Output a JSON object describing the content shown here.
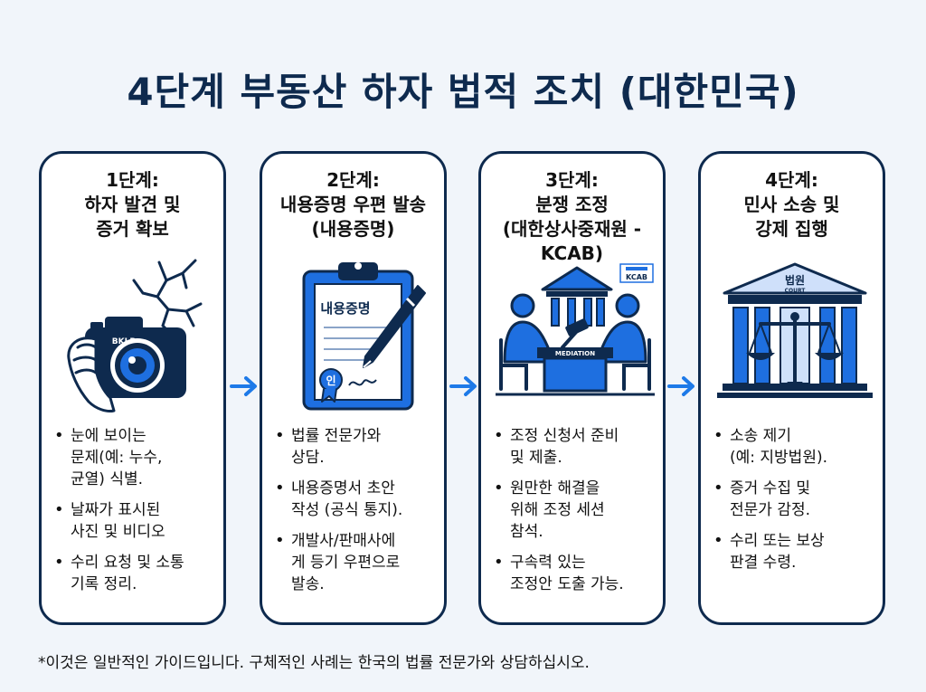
{
  "title": "4단계 부동산 하자 법적 조치 (대한민국)",
  "colors": {
    "navy": "#0e2a4e",
    "blue": "#1e6fe0",
    "light_blue": "#cfe0fa",
    "arrow": "#1e7ae8"
  },
  "steps": [
    {
      "label": "1단계:",
      "name": "하자 발견 및\n증거 확보",
      "icon": "camera-crack-icon",
      "camera_brand": "BKLR",
      "bullets": [
        "눈에 보이는\n문제(예: 누수,\n균열) 식별.",
        "날짜가 표시된\n사진 및 비디오",
        "수리 요청 및 소통\n기록 정리."
      ]
    },
    {
      "label": "2단계:",
      "name": "내용증명 우편 발송\n(내용증명)",
      "icon": "certified-letter-clipboard-icon",
      "doc_title": "내용증명",
      "seal_text": "인",
      "bullets": [
        "법률 전문가와\n상담.",
        "내용증명서 초안\n작성 (공식 통지).",
        "개발사/판매사에\n게 등기 우편으로\n발송."
      ]
    },
    {
      "label": "3단계:",
      "name": "분쟁 조정\n(대한상사중재원 -\nKCAB)",
      "icon": "mediation-table-icon",
      "logo_text": "KCAB",
      "table_text": "MEDIATION",
      "bullets": [
        "조정 신청서 준비\n및 제출.",
        "원만한 해결을\n위해 조정 세션\n참석.",
        "구속력 있는\n조정안 도출 가능."
      ]
    },
    {
      "label": "4단계:",
      "name": "민사 소송 및\n강제 집행",
      "icon": "courthouse-scales-icon",
      "court_text": "법원",
      "court_sub": "COURT",
      "bullets": [
        "소송 제기\n(예: 지방법원).",
        "증거 수집 및\n전문가 감정.",
        "수리 또는 보상\n판결 수령."
      ]
    }
  ],
  "footnote": "*이것은 일반적인 가이드입니다. 구체적인 사례는 한국의 법률 전문가와 상담하십시오."
}
